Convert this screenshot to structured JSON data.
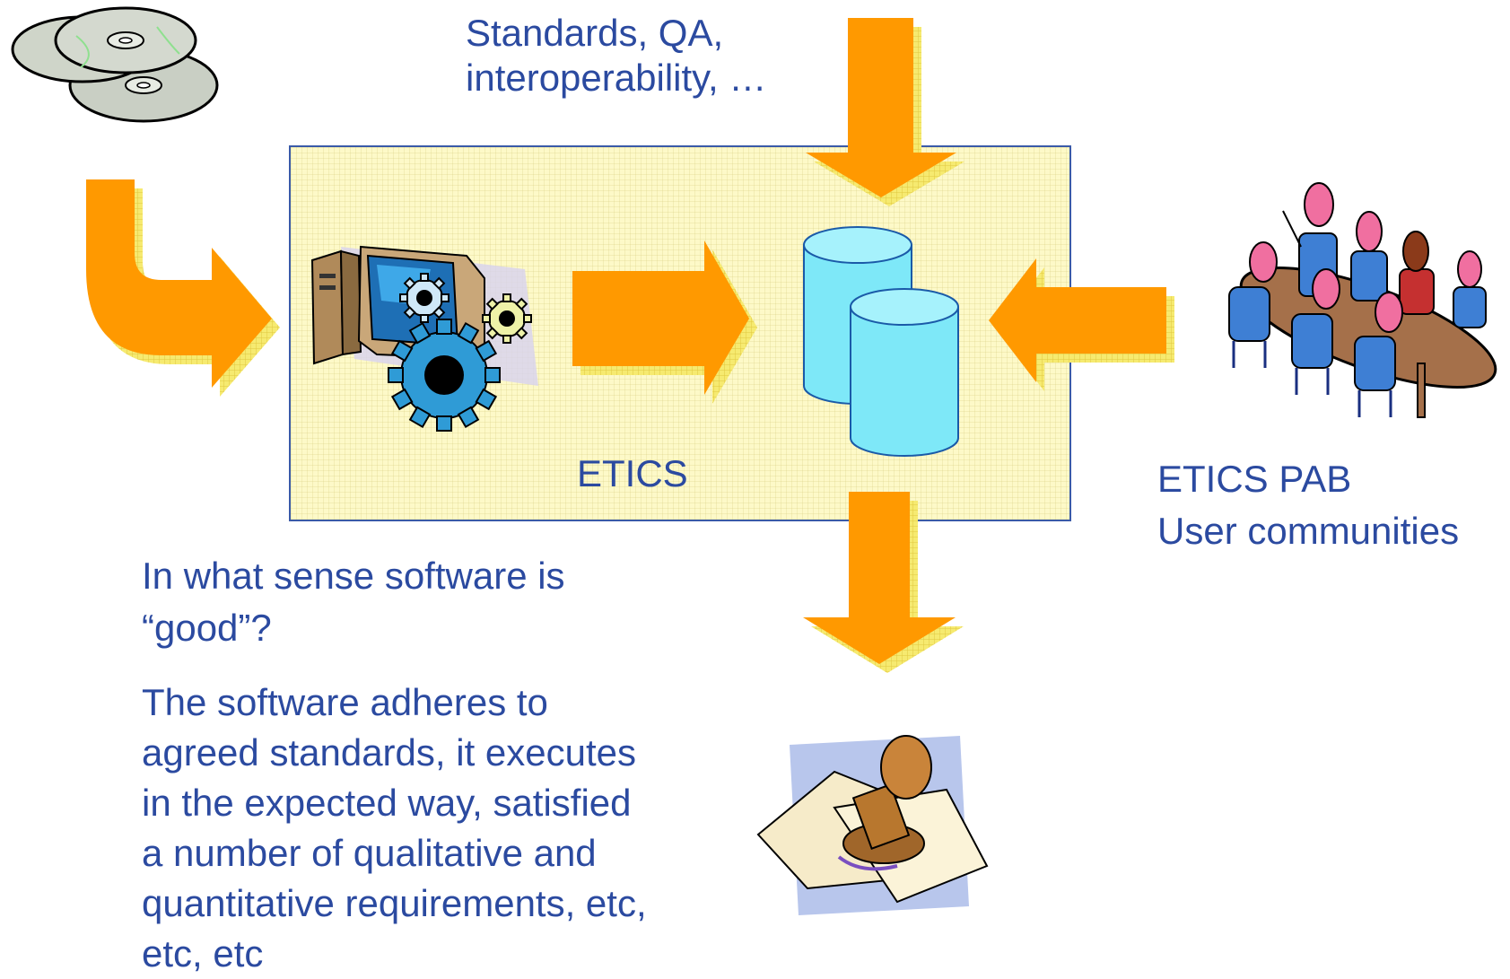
{
  "top_label": {
    "line1": "Standards, QA,",
    "line2": "interoperability, …"
  },
  "etics_box": {
    "label": "ETICS"
  },
  "right_label": {
    "line1": "ETICS PAB",
    "line2": "User communities"
  },
  "question": {
    "line1": "In what sense software is",
    "line2": "“good”?"
  },
  "answer": {
    "lines": [
      "The software adheres to",
      "agreed standards, it executes",
      "in the expected way, satisfied",
      "a number of qualitative and",
      "quantitative requirements, etc,",
      "etc, etc"
    ]
  },
  "icons": {
    "cds": "cd-discs-icon",
    "computer": "computer-gears-icon",
    "database": "database-cylinders-icon",
    "meeting": "meeting-people-icon",
    "stamp": "approval-stamp-icon"
  },
  "colors": {
    "arrow": "#ff9900",
    "arrow_shadow": "#f0e060",
    "box_fill": "#fdf9c8",
    "box_border": "#3a5aa8",
    "text": "#2b4aa0",
    "db": "#7ee8f8"
  }
}
